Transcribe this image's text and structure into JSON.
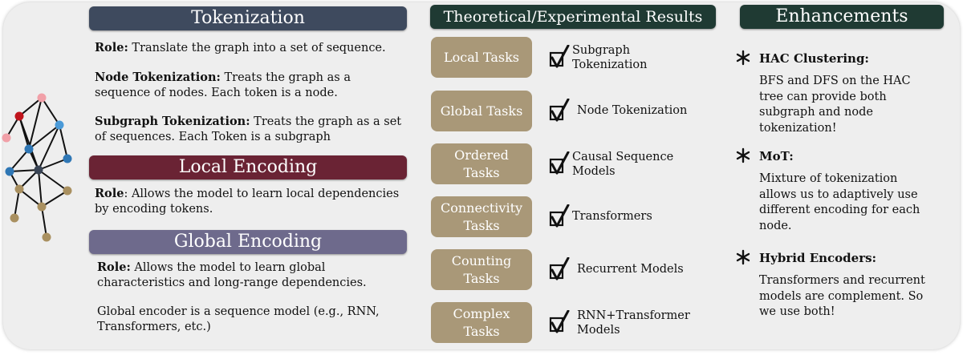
{
  "tokenization": {
    "title": "Tokenization",
    "role_label": "Role:",
    "role_text": " Translate the graph into a set of sequence.",
    "node_label": "Node Tokenization:",
    "node_text": " Treats the graph as a sequence of nodes. Each token is a node.",
    "subgraph_label": "Subgraph Tokenization:",
    "subgraph_text": " Treats the graph as a set of sequences. Each Token is a subgraph"
  },
  "local_encoding": {
    "title": "Local Encoding",
    "role_label": "Role",
    "role_text": ": Allows the model to learn local dependencies by encoding tokens."
  },
  "global_encoding": {
    "title": "Global Encoding",
    "role_label": "Role:",
    "role_text": " Allows the model to learn global characteristics and long-range dependencies.",
    "note": "Global encoder is a sequence model (e.g., RNN, Transformers, etc.)"
  },
  "results": {
    "title": "Theoretical/Experimental Results",
    "rows": [
      {
        "task_line1": "Local Tasks",
        "task_line2": "",
        "result_line1": "Subgraph",
        "result_line2": "Tokenization"
      },
      {
        "task_line1": "Global Tasks",
        "task_line2": "",
        "result_line1": "Node Tokenization",
        "result_line2": ""
      },
      {
        "task_line1": "Ordered",
        "task_line2": "Tasks",
        "result_line1": "Causal Sequence",
        "result_line2": "Models"
      },
      {
        "task_line1": "Connectivity",
        "task_line2": "Tasks",
        "result_line1": "Transformers",
        "result_line2": ""
      },
      {
        "task_line1": "Counting",
        "task_line2": "Tasks",
        "result_line1": "Recurrent Models",
        "result_line2": ""
      },
      {
        "task_line1": "Complex",
        "task_line2": "Tasks",
        "result_line1": "RNN+Transformer",
        "result_line2": "Models"
      }
    ]
  },
  "enhancements": {
    "title": "Enhancements",
    "items": [
      {
        "title": "HAC Clustering:",
        "body": "BFS and DFS on the HAC tree can provide both subgraph and node tokenization!"
      },
      {
        "title": "MoT:",
        "body": "Mixture of tokenization allows us to adaptively use different encoding for each node."
      },
      {
        "title": "Hybrid Encoders:",
        "body": "Transformers and recurrent models are complement. So we use both!"
      }
    ]
  },
  "colors": {
    "tokenization_header": "#3e4a5e",
    "local_header": "#6a2334",
    "global_header": "#6e6a8c",
    "results_header": "#1f3a33",
    "task_box": "#a99878",
    "node_red": "#c0141c",
    "node_pink": "#f1a0a8",
    "node_blue": "#2f77b5",
    "node_lightblue": "#4a9ad8",
    "node_dark": "#3a4556",
    "node_tan": "#a99060"
  }
}
